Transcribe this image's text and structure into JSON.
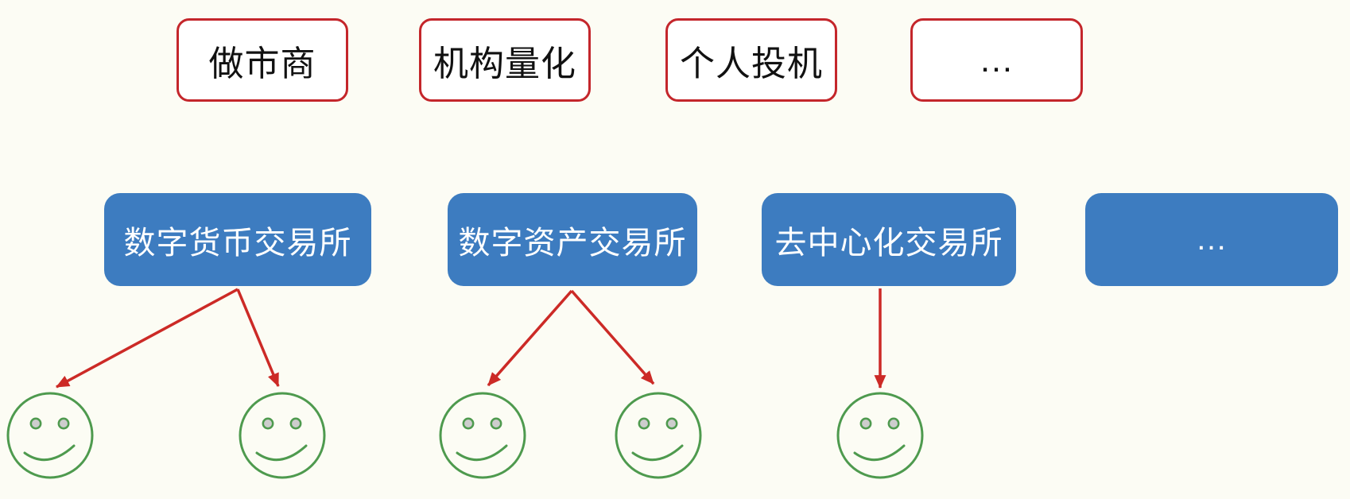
{
  "diagram": {
    "participants": {
      "items": [
        {
          "label": "做市商"
        },
        {
          "label": "机构量化"
        },
        {
          "label": "个人投机"
        },
        {
          "label": "…"
        }
      ]
    },
    "exchanges": {
      "items": [
        {
          "label": "数字货币交易所"
        },
        {
          "label": "数字资产交易所"
        },
        {
          "label": "去中心化交易所"
        },
        {
          "label": "…"
        }
      ]
    },
    "traders": {
      "count": 5,
      "icon": "smiley-face"
    },
    "edges": [
      {
        "from": "数字货币交易所",
        "to": "trader-1"
      },
      {
        "from": "数字货币交易所",
        "to": "trader-2"
      },
      {
        "from": "数字资产交易所",
        "to": "trader-3"
      },
      {
        "from": "数字资产交易所",
        "to": "trader-4"
      },
      {
        "from": "去中心化交易所",
        "to": "trader-5"
      }
    ],
    "colors": {
      "background": "#FCFCF4",
      "participant_border": "#C4262B",
      "participant_fill": "#FFFFFF",
      "participant_text": "#111111",
      "exchange_fill": "#3D7CC0",
      "exchange_text": "#FFFFFF",
      "arrow": "#CC2A26",
      "face_stroke": "#4E9A4E",
      "face_eye_fill": "#CDCDCD"
    }
  }
}
